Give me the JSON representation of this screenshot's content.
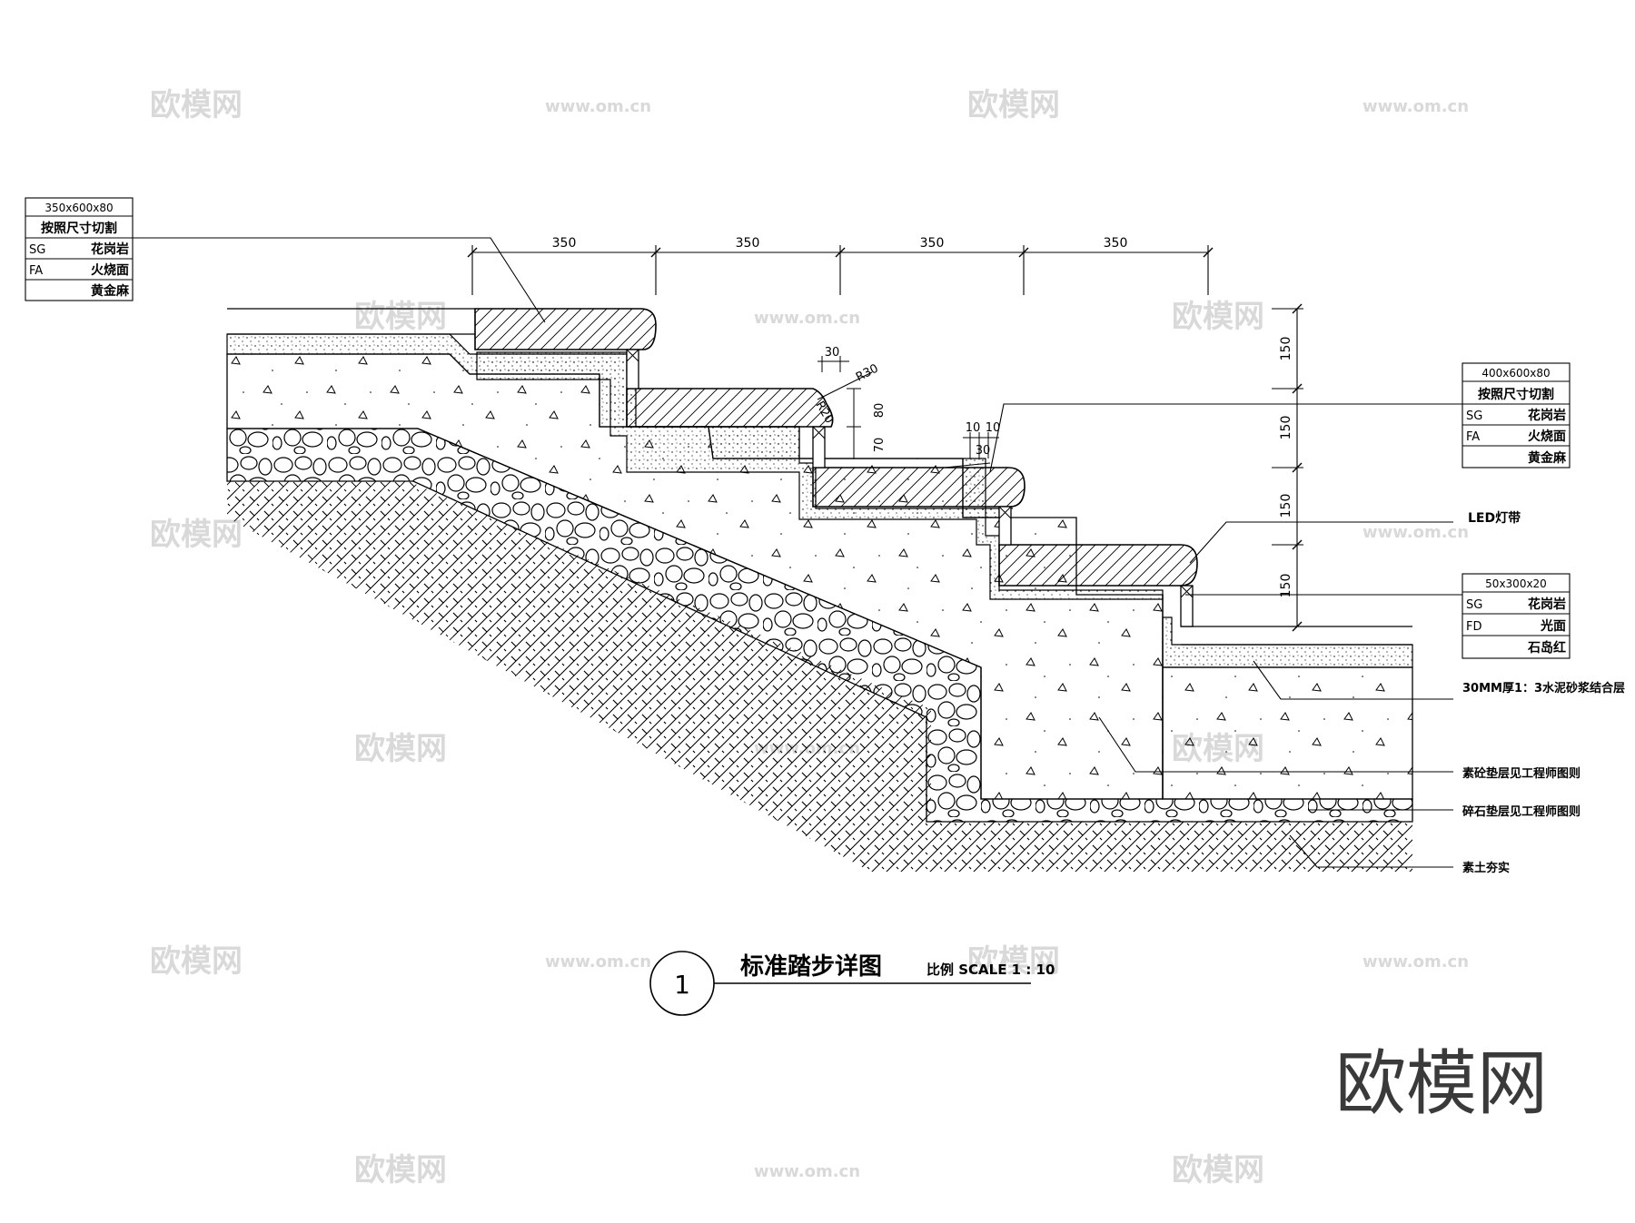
{
  "dimensions_top": [
    "350",
    "350",
    "350",
    "350"
  ],
  "dimensions_right": [
    "150",
    "150",
    "150",
    "150"
  ],
  "detail_dims": {
    "d30": "30",
    "r30": "R30",
    "r20": "R20",
    "d80": "80",
    "d70": "70",
    "d10a": "10",
    "d10b": "10",
    "d30b": "30"
  },
  "spec_table_1": {
    "size": "350x600x80",
    "cut": "按照尺寸切割",
    "rows": [
      {
        "code": "SG",
        "value": "花岗岩"
      },
      {
        "code": "FA",
        "value": "火烧面"
      },
      {
        "code": "",
        "value": "黄金麻"
      }
    ]
  },
  "spec_table_2": {
    "size": "400x600x80",
    "cut": "按照尺寸切割",
    "rows": [
      {
        "code": "SG",
        "value": "花岗岩"
      },
      {
        "code": "FA",
        "value": "火烧面"
      },
      {
        "code": "",
        "value": "黄金麻"
      }
    ]
  },
  "spec_table_3": {
    "size": "50x300x20",
    "rows": [
      {
        "code": "SG",
        "value": "花岗岩"
      },
      {
        "code": "FD",
        "value": "光面"
      },
      {
        "code": "",
        "value": "石岛红"
      }
    ]
  },
  "notes": {
    "led": "LED灯带",
    "mortar": "30MM厚1：3水泥砂浆结合层",
    "concrete": "素砼垫层见工程师图则",
    "gravel": "碎石垫层见工程师图则",
    "soil": "素土夯实"
  },
  "title": {
    "number": "1",
    "name": "标准踏步详图",
    "scale": "比例 SCALE 1 : 10"
  },
  "watermark": {
    "brand": "欧模网",
    "url": "www.om.cn"
  }
}
